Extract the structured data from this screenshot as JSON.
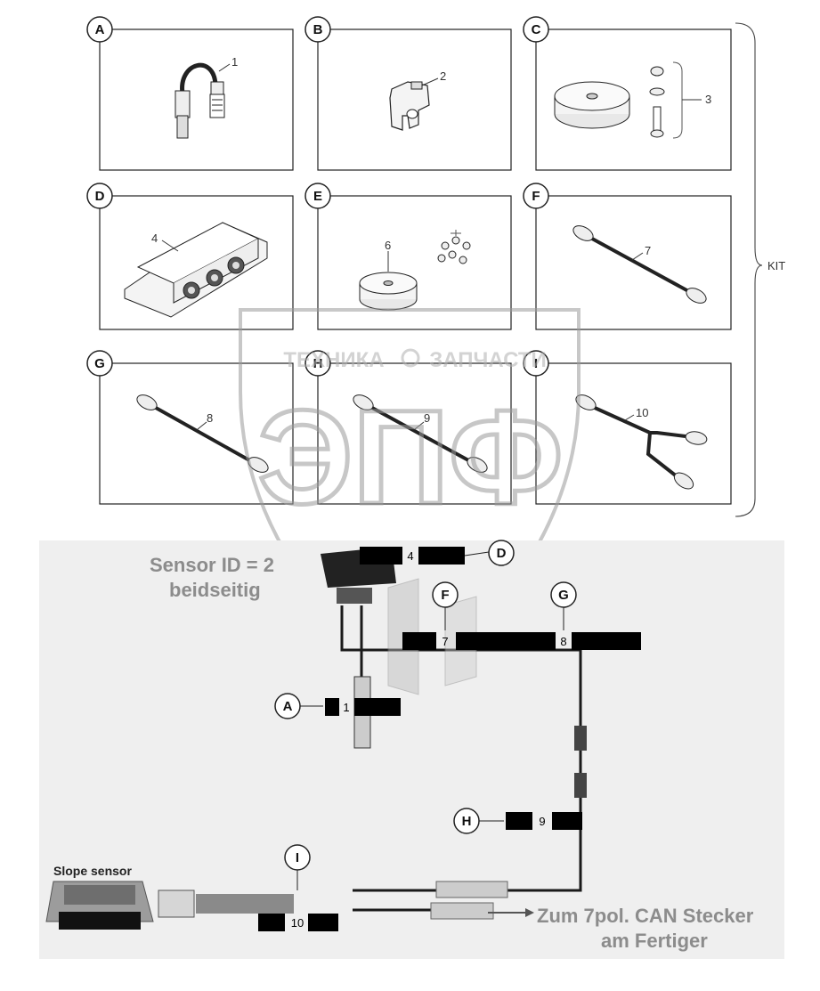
{
  "kit": {
    "label": "KIT",
    "panels": [
      {
        "letter": "A",
        "part": "1"
      },
      {
        "letter": "B",
        "part": "2"
      },
      {
        "letter": "C",
        "part": "3"
      },
      {
        "letter": "D",
        "part": "4"
      },
      {
        "letter": "E",
        "part": "6"
      },
      {
        "letter": "F",
        "part": "7"
      },
      {
        "letter": "G",
        "part": "8"
      },
      {
        "letter": "H",
        "part": "9"
      },
      {
        "letter": "I",
        "part": "10"
      }
    ]
  },
  "watermark": {
    "top_left": "ТЕХНИКА",
    "top_right": "ЗАПЧАСТИ",
    "big": "ЭПФ"
  },
  "photo": {
    "sensor_note_line1": "Sensor ID = 2",
    "sensor_note_line2": "beidseitig",
    "slope_sensor": "Slope sensor",
    "can_note_line1": "Zum 7pol. CAN Stecker",
    "can_note_line2": "am Fertiger",
    "callouts": [
      {
        "letter": "D",
        "part": "4"
      },
      {
        "letter": "F",
        "part": "7"
      },
      {
        "letter": "G",
        "part": "8"
      },
      {
        "letter": "A",
        "part": "1"
      },
      {
        "letter": "H",
        "part": "9"
      },
      {
        "letter": "I",
        "part": "10"
      }
    ]
  }
}
